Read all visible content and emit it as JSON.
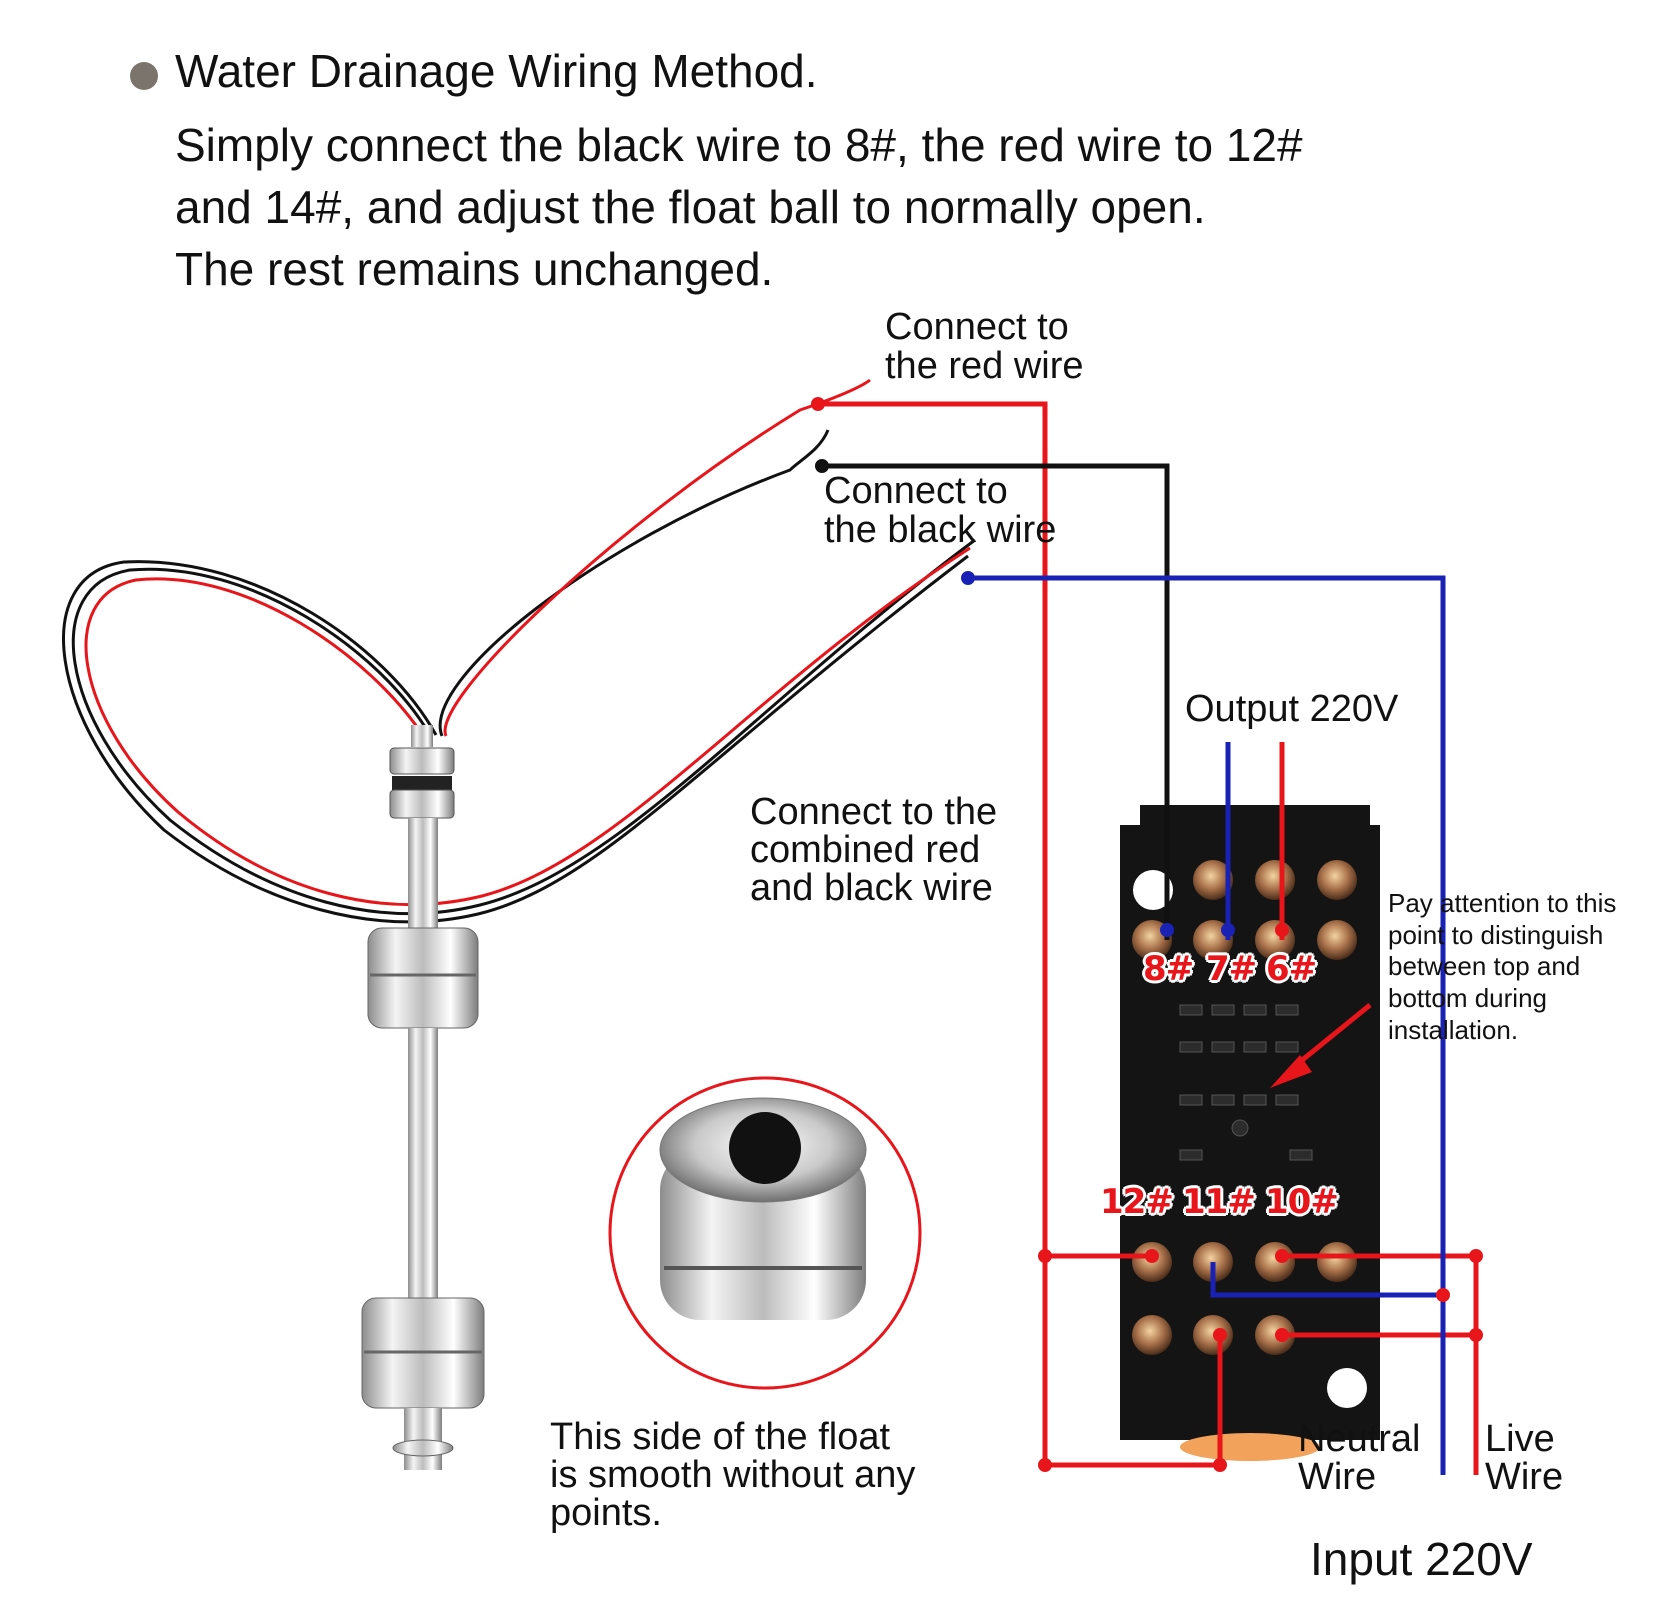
{
  "heading": "Water Drainage Wiring Method.",
  "instructions": [
    "Simply connect the black wire to 8#, the red wire to 12#",
    "and 14#, and adjust the float ball to normally open.",
    "The rest remains unchanged."
  ],
  "labels": {
    "red_wire": [
      "Connect to",
      "the red wire"
    ],
    "black_wire": [
      "Connect to",
      "the black wire"
    ],
    "combined_wire": [
      "Connect to the",
      "combined red",
      "and black wire"
    ],
    "output": "Output 220V",
    "attention_note": [
      "Pay attention to this",
      "point to distinguish",
      "between top and",
      "bottom during",
      "installation."
    ],
    "float_side": [
      "This side of the float",
      "is smooth without any",
      "points."
    ],
    "neutral": [
      "Neutral",
      "Wire"
    ],
    "live": [
      "Live",
      "Wire"
    ],
    "input": "Input 220V"
  },
  "relay_pins": {
    "top_row": [
      "8#",
      "7#",
      "6#"
    ],
    "bottom_row": [
      "12#",
      "11#",
      "10#"
    ]
  },
  "colors": {
    "red_wire": "#e8151b",
    "black_wire": "#111111",
    "blue_wire": "#1a22b5",
    "bullet": "#7a746c"
  }
}
